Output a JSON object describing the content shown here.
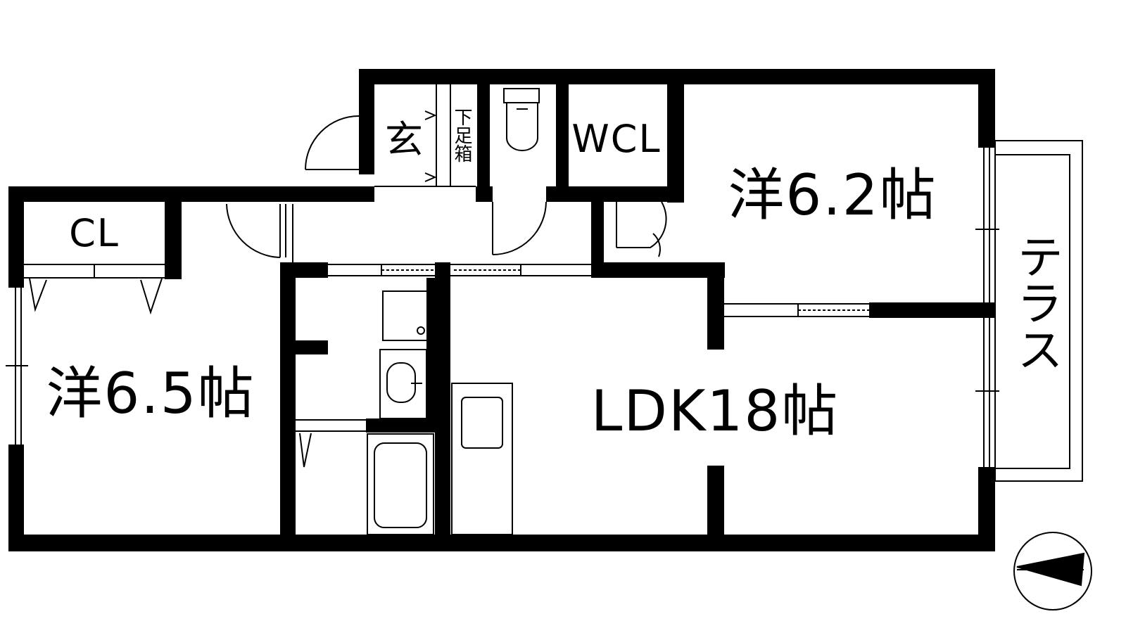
{
  "floor_plan": {
    "colors": {
      "wall": "#000000",
      "line": "#000000",
      "background": "#ffffff"
    },
    "rooms": {
      "western_room_left": "洋6.5帖",
      "western_room_right": "洋6.2帖",
      "ldk": "LDK18帖",
      "closet": "CL",
      "walk_in_closet": "WCL",
      "entrance": "玄",
      "shoe_cabinet": "下足箱",
      "terrace": "テラス"
    },
    "compass_icon": "north-arrow-icon"
  }
}
